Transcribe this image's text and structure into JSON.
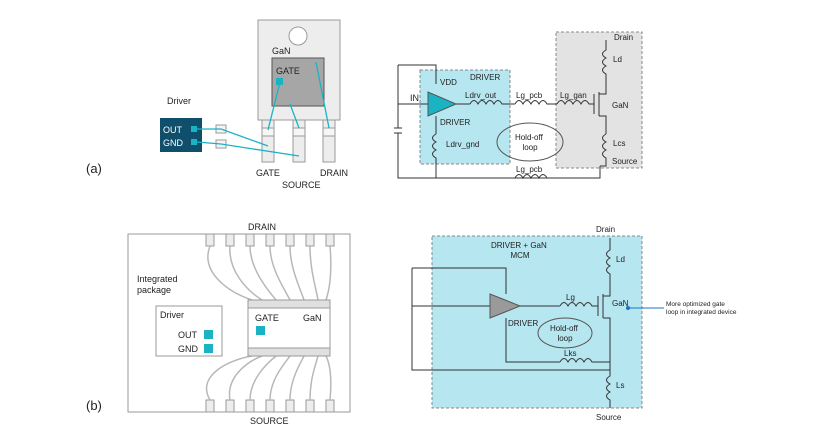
{
  "panel_a": {
    "tag": "(a)",
    "package": {
      "gan": "GaN",
      "gate": "GATE",
      "gate_pin": "GATE",
      "source_pin": "SOURCE",
      "drain_pin": "DRAIN"
    },
    "driver": {
      "title": "Driver",
      "out": "OUT",
      "gnd": "GND"
    },
    "schematic": {
      "input": "IN",
      "vdd": "VDD",
      "driver_region": "DRIVER",
      "driver": "DRIVER",
      "ldrv_out": "Ldrv_out",
      "ldrv_gnd": "Ldrv_gnd",
      "lg_pcb_top": "Lg_pcb",
      "lg_gan": "Lg_gan",
      "lg_pcb_bottom": "Lg_pcb",
      "loop": "Hold-off\nloop",
      "drain": "Drain",
      "ld": "Ld",
      "gan": "GaN",
      "lcs": "Lcs",
      "source": "Source"
    }
  },
  "panel_b": {
    "tag": "(b)",
    "package": {
      "drain_label": "DRAIN",
      "source_label": "SOURCE",
      "integrated": "Integrated\npackage",
      "driver": "Driver",
      "out": "OUT",
      "gnd": "GND",
      "gate": "GATE",
      "gan": "GaN"
    },
    "schematic": {
      "region": "DRIVER + GaN\nMCM",
      "driver": "DRIVER",
      "lg": "Lg",
      "loop": "Hold-off\nloop",
      "lks": "Lks",
      "drain": "Drain",
      "ld": "Ld",
      "gan": "GaN",
      "ls": "Ls",
      "source": "Source",
      "callout": "More optimized gate\nloop in integrated device"
    }
  },
  "colors": {
    "teal": "#1ab3c4",
    "cyan_region": "#b6e6ef",
    "gray_region": "#e3e3e3",
    "die": "#a6a6a6",
    "driver_box": "#0f4f6b",
    "line": "#333333"
  }
}
